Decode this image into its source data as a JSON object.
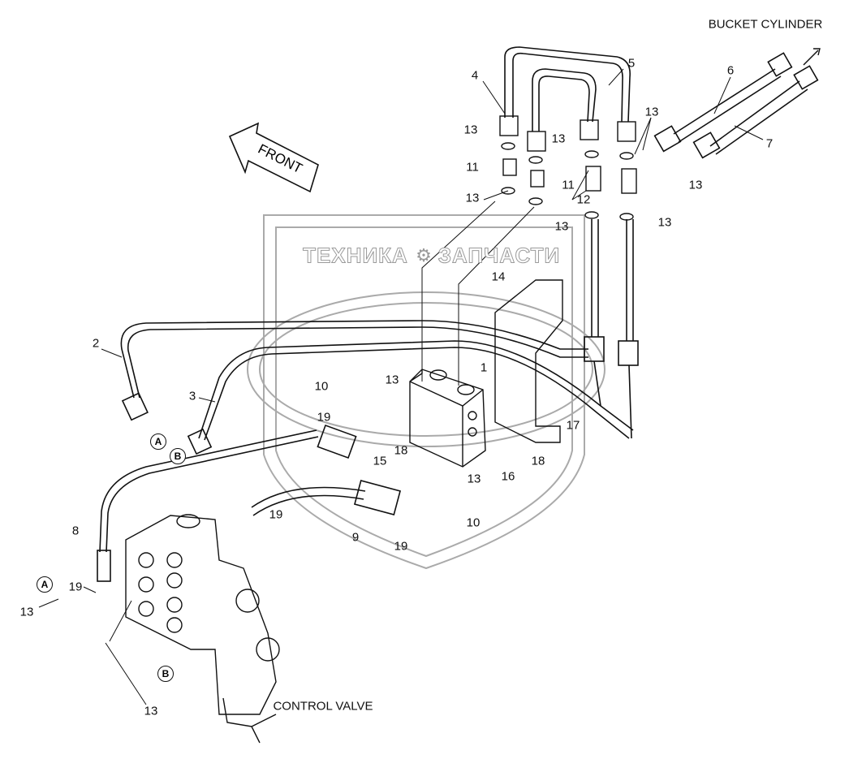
{
  "diagram": {
    "headings": {
      "bucket_cylinder": "BUCKET CYLINDER",
      "control_valve": "CONTROL VALVE",
      "front": "FRONT"
    },
    "watermark": {
      "left": "ТЕХНИКА",
      "right": "ЗАПЧАСТИ",
      "icon": "gear-icon"
    },
    "callouts": [
      "4",
      "5",
      "6",
      "7",
      "13",
      "13",
      "13",
      "13",
      "11",
      "11",
      "12",
      "13",
      "13",
      "13",
      "14",
      "1",
      "2",
      "3",
      "10",
      "13",
      "19",
      "17",
      "18",
      "15",
      "16",
      "18",
      "13",
      "10",
      "19",
      "9",
      "19",
      "8",
      "19",
      "13",
      "13"
    ],
    "connectors": [
      "A",
      "B",
      "A",
      "B"
    ]
  }
}
